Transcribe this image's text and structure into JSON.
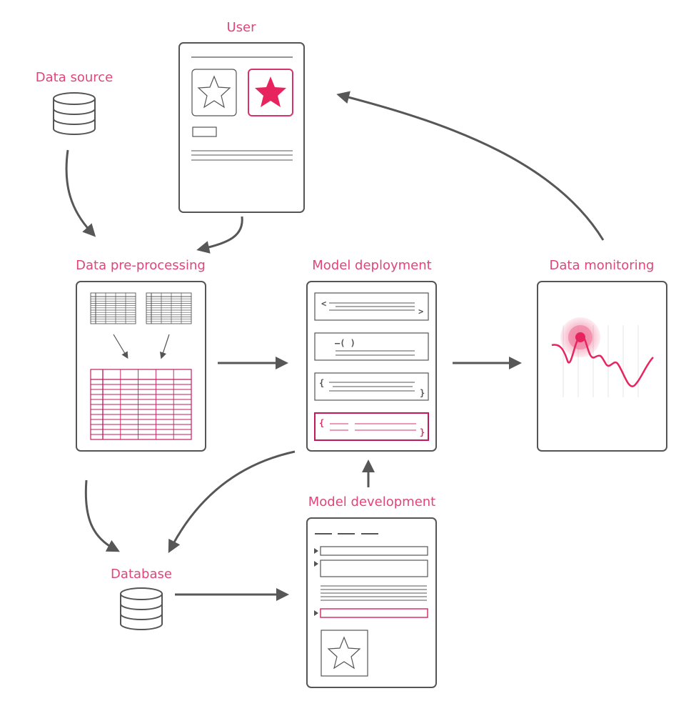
{
  "labels": {
    "user": "User",
    "data_source": "Data source",
    "data_preprocessing": "Data pre-processing",
    "model_deployment": "Model deployment",
    "data_monitoring": "Data monitoring",
    "model_development": "Model development",
    "database": "Database"
  },
  "code_glyphs": {
    "lt": "<",
    "gt": ">",
    "paren": "—(    )",
    "lbrace": "{",
    "rbrace": "}"
  },
  "colors": {
    "accent": "#e0457b",
    "accent_strong": "#e8245e",
    "stroke": "#555555"
  }
}
